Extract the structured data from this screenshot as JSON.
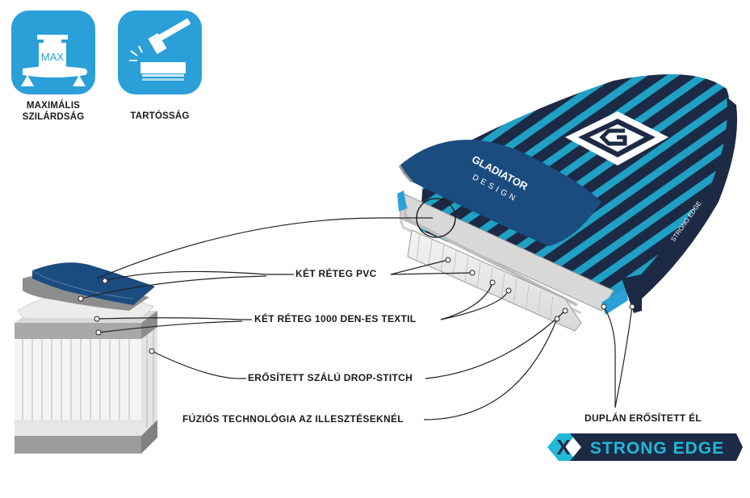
{
  "features": [
    {
      "icon": "max-strength-icon",
      "label_line1": "MAXIMÁLIS",
      "label_line2": "SZILÁRDSÁG",
      "icon_text": "MAX"
    },
    {
      "icon": "durability-hammer-icon",
      "label": "TARTÓSSÁG"
    }
  ],
  "board": {
    "brand_line1": "GLADIATOR",
    "brand_line2": "DESIGN",
    "rail_text": "STRONG EDGE"
  },
  "callouts": {
    "pvc": "KÉT RÉTEG PVC",
    "textile": "KÉT RÉTEG 1000 DEN-ES TEXTIL",
    "dropstitch": "ERŐSÍTETT SZÁLÚ DROP-STITCH",
    "fusion": "FÚZIÓS TECHNOLÓGIA AZ ILLESZTÉSEKNÉL",
    "edge": "DUPLÁN ERŐSÍTETT ÉL"
  },
  "strong_edge_logo": {
    "letter": "X",
    "text": "STRONG EDGE"
  },
  "colors": {
    "icon_blue": "#2a9fd8",
    "board_navy": "#1c2a45",
    "board_teal": "#1fa0c4",
    "pvc_blue": "#1b4c80",
    "logo_dark": "#1c2a45",
    "logo_cyan": "#22b8d8"
  }
}
